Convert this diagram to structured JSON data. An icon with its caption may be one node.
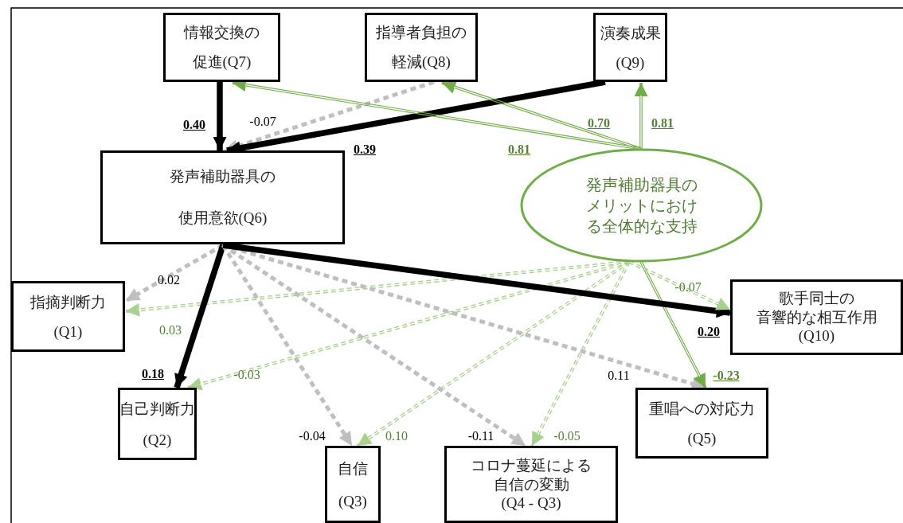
{
  "diagram": {
    "nodes": [
      {
        "text": [
          "情報交換の",
          "促進(Q7)"
        ]
      },
      {
        "text": [
          "指導者負担の",
          "軽減(Q8)"
        ]
      },
      {
        "text": [
          "演奏成果",
          "(Q9)"
        ]
      },
      {
        "text": [
          "発声補助器具の",
          "使用意欲(Q6)"
        ]
      },
      {
        "text": [
          "発声補助器具のメリットにおける全体的な支持"
        ]
      },
      {
        "text": [
          "指摘判断力",
          "(Q1)"
        ]
      },
      {
        "text": [
          "歌手同士の",
          "音響的な相互作用",
          "(Q10)"
        ]
      },
      {
        "text": [
          "自己判断力",
          "(Q2)"
        ]
      },
      {
        "text": [
          "重唱への対応力",
          "(Q5)"
        ]
      },
      {
        "text": [
          "自信",
          "(Q3)"
        ]
      },
      {
        "text": [
          "コロナ蔓延による",
          "自信の変動",
          "(Q4 - Q3)"
        ]
      }
    ],
    "edges": [
      {
        "from": 0,
        "to": 3,
        "arrow": "to",
        "style": "thick",
        "color": "#000000",
        "label": "0.40"
      },
      {
        "from": 1,
        "to": 3,
        "arrow": "to",
        "style": "dashed",
        "color": "#bfbfbf",
        "label": "-0.07"
      },
      {
        "from": 2,
        "to": 3,
        "arrow": "to",
        "style": "thick",
        "color": "#000000",
        "label": "0.39"
      },
      {
        "from": 4,
        "to": 0,
        "arrow": "to",
        "color": "#70ad47",
        "label": "0.81"
      },
      {
        "from": 4,
        "to": 1,
        "arrow": "to",
        "color": "#70ad47",
        "label": "0.70"
      },
      {
        "from": 4,
        "to": 2,
        "arrow": "to",
        "color": "#70ad47",
        "label": "0.81"
      },
      {
        "from": 3,
        "to": 5,
        "arrow": "to",
        "style": "dashed",
        "color": "#bfbfbf",
        "label": "0.02"
      },
      {
        "from": 4,
        "to": 5,
        "arrow": "to",
        "style": "dashed",
        "color": "#a9d18e",
        "label": "0.03"
      },
      {
        "from": 3,
        "to": 7,
        "arrow": "to",
        "style": "thick",
        "color": "#000000",
        "label": "0.18"
      },
      {
        "from": 4,
        "to": 7,
        "arrow": "to",
        "style": "dashed",
        "color": "#a9d18e",
        "label": "-0.03"
      },
      {
        "from": 3,
        "to": 9,
        "arrow": "to",
        "style": "dashed",
        "color": "#bfbfbf",
        "label": "-0.04"
      },
      {
        "from": 4,
        "to": 9,
        "arrow": "to",
        "style": "dashed",
        "color": "#a9d18e",
        "label": "0.10"
      },
      {
        "from": 3,
        "to": 10,
        "arrow": "to",
        "style": "dashed",
        "color": "#bfbfbf",
        "label": "-0.11"
      },
      {
        "from": 4,
        "to": 10,
        "arrow": "to",
        "style": "dashed",
        "color": "#a9d18e",
        "label": "-0.05"
      },
      {
        "from": 3,
        "to": 8,
        "arrow": "to",
        "style": "dashed",
        "color": "#bfbfbf",
        "label": "0.11"
      },
      {
        "from": 4,
        "to": 8,
        "arrow": "to",
        "color": "#70ad47",
        "label": "-0.23"
      },
      {
        "from": 3,
        "to": 6,
        "arrow": "to",
        "style": "thick",
        "color": "#000000",
        "label": "0.20"
      },
      {
        "from": 4,
        "to": 6,
        "arrow": "to",
        "style": "dashed",
        "color": "#a9d18e",
        "label": "-0.07"
      }
    ]
  }
}
